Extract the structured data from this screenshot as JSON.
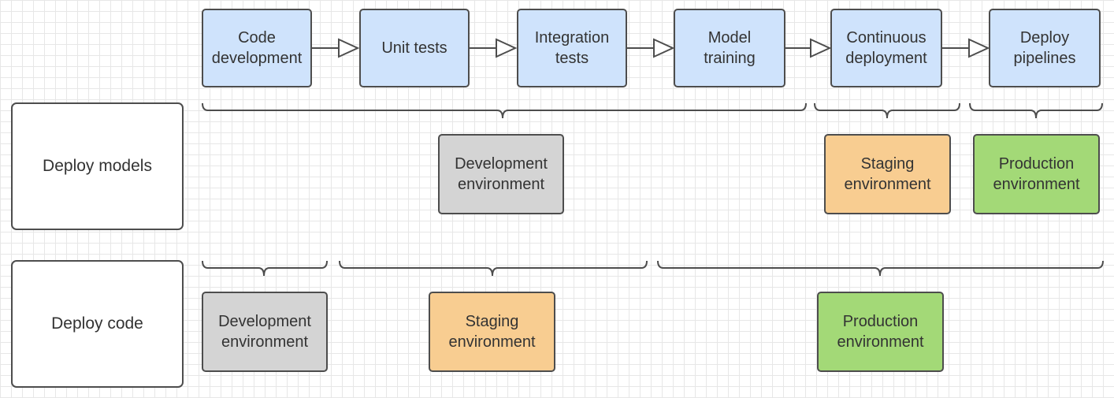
{
  "pipeline": {
    "steps": [
      "Code\ndevelopment",
      "Unit tests",
      "Integration\ntests",
      "Model\ntraining",
      "Continuous\ndeployment",
      "Deploy\npipelines"
    ]
  },
  "rows": {
    "models": {
      "label": "Deploy models",
      "environments": [
        "Development\nenvironment",
        "Staging\nenvironment",
        "Production\nenvironment"
      ]
    },
    "code": {
      "label": "Deploy code",
      "environments": [
        "Development\nenvironment",
        "Staging\nenvironment",
        "Production\nenvironment"
      ]
    }
  },
  "colors": {
    "step": "#cfe3fc",
    "development": "#d4d4d4",
    "staging": "#f8cd91",
    "production": "#a3d977",
    "stroke": "#4d4d4d"
  }
}
